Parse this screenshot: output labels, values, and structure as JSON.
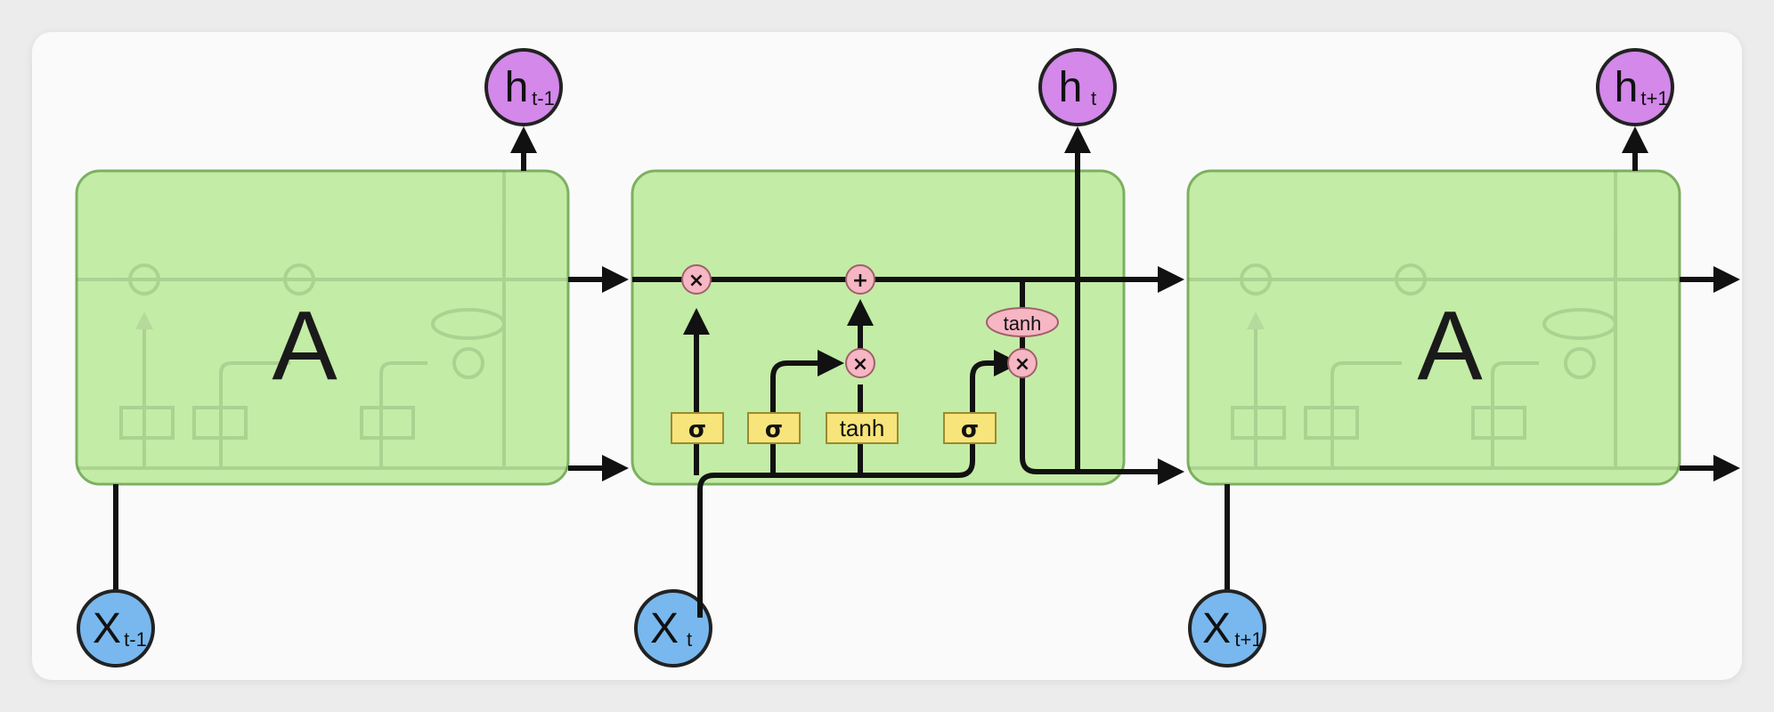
{
  "cells": {
    "left_label": "A",
    "right_label": "A"
  },
  "gates": {
    "sigma": "σ",
    "tanh": "tanh"
  },
  "ops": {
    "multiply": "×",
    "add": "+"
  },
  "inputs": [
    {
      "main": "X",
      "sub": "t-1"
    },
    {
      "main": "X",
      "sub": "t"
    },
    {
      "main": "X",
      "sub": "t+1"
    }
  ],
  "outputs": [
    {
      "main": "h",
      "sub": "t-1"
    },
    {
      "main": "h",
      "sub": "t"
    },
    {
      "main": "h",
      "sub": "t+1"
    }
  ],
  "colors": {
    "cell_fill": "#c3eca6",
    "cell_stroke": "#7db060",
    "gate_fill": "#f7e47a",
    "op_fill": "#f6b6c4",
    "input_fill": "#78b8ee",
    "output_fill": "#d388ea"
  }
}
